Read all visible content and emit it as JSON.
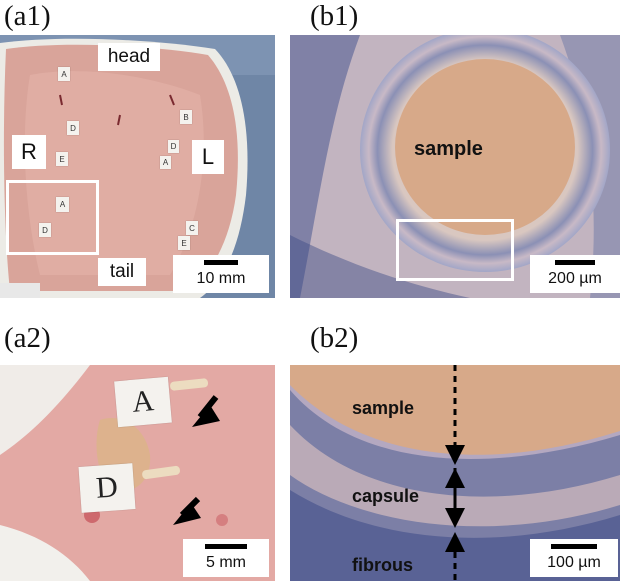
{
  "panels": {
    "a1": {
      "label": "(a1)",
      "head": "head",
      "right": "R",
      "left": "L",
      "tail": "tail",
      "scale": "10 mm",
      "sample_tags": [
        "A",
        "D",
        "E",
        "B",
        "A",
        "D",
        "C",
        "E",
        "A",
        "D"
      ]
    },
    "b1": {
      "label": "(b1)",
      "center": "sample",
      "scale": "200 µm"
    },
    "a2": {
      "label": "(a2)",
      "tag_a": "A",
      "tag_d": "D",
      "scale": "5 mm"
    },
    "b2": {
      "label": "(b2)",
      "sample": "sample",
      "capsule": "capsule",
      "fibrous": "fibrous",
      "scale": "100 µm"
    }
  },
  "colors": {
    "tissue": "#d9a49a",
    "sample": "#d7a989",
    "stain": "#3c4a86",
    "background": "#ffffff"
  }
}
